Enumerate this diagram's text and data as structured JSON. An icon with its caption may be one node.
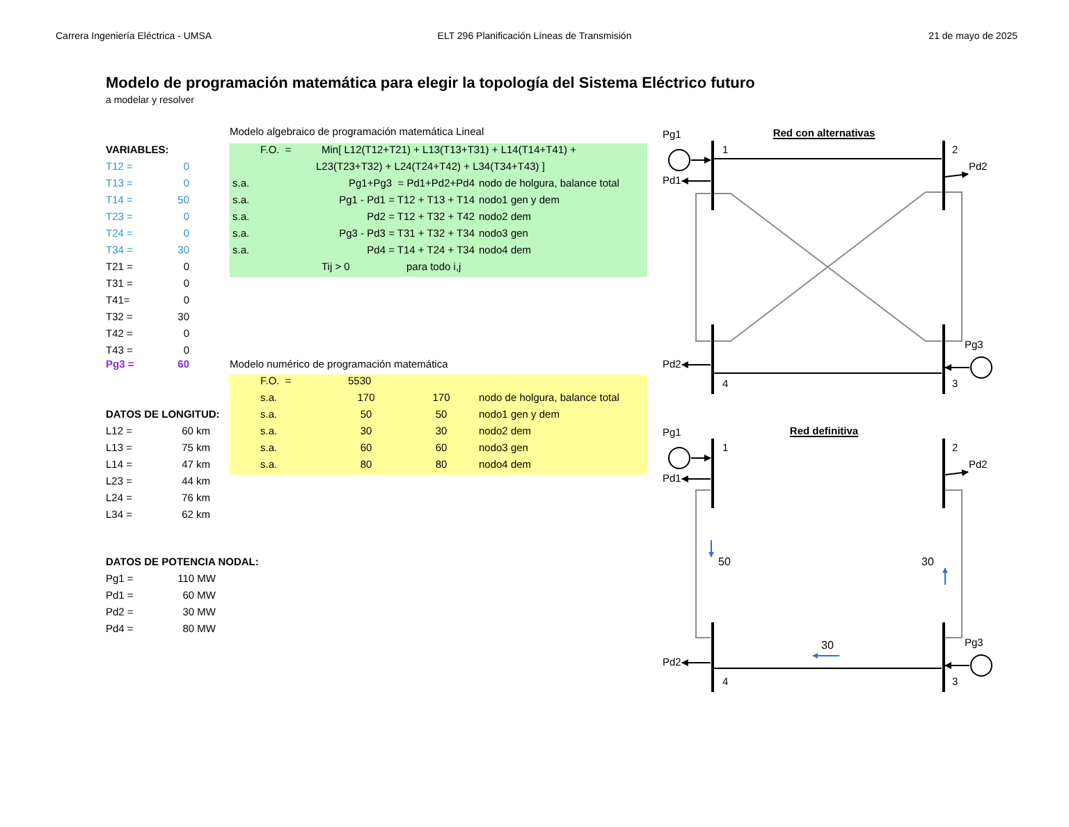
{
  "diagram": {
    "title": "Modelo de programación matemática para elegir la topología del Sistema Eléctrico futuro",
    "nodes": [
      {
        "text": [],
        "shape": "circle",
        "beside": [
          "Pg1"
        ]
      },
      {
        "text": [],
        "shape": "bar",
        "beside": [
          "1"
        ]
      },
      {
        "text": [
          "Pd1"
        ]
      },
      {
        "text": [],
        "shape": "bar",
        "beside": [
          "2"
        ]
      },
      {
        "text": [
          "Pd2"
        ]
      },
      {
        "text": [
          "Pd2"
        ]
      },
      {
        "text": [],
        "shape": "bar",
        "beside": [
          "4"
        ]
      },
      {
        "text": [],
        "shape": "bar",
        "beside": [
          "3"
        ]
      },
      {
        "text": [],
        "shape": "circle",
        "beside": [
          "Pg3"
        ]
      },
      {
        "text": [],
        "shape": "circle",
        "beside": [
          "Pg1"
        ]
      },
      {
        "text": [],
        "shape": "bar",
        "beside": [
          "1"
        ]
      },
      {
        "text": [
          "Pd1"
        ]
      },
      {
        "text": [],
        "shape": "bar",
        "beside": [
          "2"
        ]
      },
      {
        "text": [
          "Pd2"
        ]
      },
      {
        "text": [
          "Pd2"
        ]
      },
      {
        "text": [],
        "shape": "bar",
        "beside": [
          "4"
        ]
      },
      {
        "text": [],
        "shape": "bar",
        "beside": [
          "3"
        ]
      },
      {
        "text": [],
        "shape": "circle",
        "beside": [
          "Pg3"
        ]
      }
    ],
    "edges": [
      {
        "from": 0,
        "to": 1,
        "arrow": "to"
      },
      {
        "from": 1,
        "to": 2,
        "arrow": "to"
      },
      {
        "from": 3,
        "to": 4,
        "arrow": "to"
      },
      {
        "from": 6,
        "to": 5,
        "arrow": "to"
      },
      {
        "from": 8,
        "to": 7,
        "arrow": "to"
      },
      {
        "from": 1,
        "to": 3,
        "arrow": "none"
      },
      {
        "from": 1,
        "to": 6,
        "arrow": "none",
        "color": "#8c8c8c"
      },
      {
        "from": 1,
        "to": 7,
        "arrow": "none",
        "color": "#8c8c8c"
      },
      {
        "from": 3,
        "to": 6,
        "arrow": "none",
        "color": "#8c8c8c"
      },
      {
        "from": 3,
        "to": 7,
        "arrow": "none",
        "color": "#8c8c8c"
      },
      {
        "from": 6,
        "to": 7,
        "arrow": "none"
      },
      {
        "from": 9,
        "to": 10,
        "arrow": "to"
      },
      {
        "from": 10,
        "to": 11,
        "arrow": "to"
      },
      {
        "from": 12,
        "to": 13,
        "arrow": "to"
      },
      {
        "from": 15,
        "to": 14,
        "arrow": "to"
      },
      {
        "from": 17,
        "to": 16,
        "arrow": "to"
      },
      {
        "from": 10,
        "to": 15,
        "arrow": "none",
        "label": "50",
        "color": "#8c8c8c"
      },
      {
        "from": 12,
        "to": 16,
        "arrow": "none",
        "label": "30",
        "color": "#8c8c8c"
      },
      {
        "from": 16,
        "to": 15,
        "arrow": "none",
        "label": "30"
      }
    ],
    "labels": [
      "Carrera Ingeniería Eléctrica - UMSA",
      "ELT 296 Planificación Líneas de Transmisión",
      "21 de mayo de 2025",
      "a modelar y resolver",
      "Modelo algebraico de programación matemática Lineal",
      "Red con alternativas",
      "VARIABLES:",
      "F.O.  =",
      "Min[ L12(T12+T21) + L13(T13+T31) + L14(T14+T41) +",
      "T12 =",
      "0",
      "L23(T23+T32) + L24(T24+T42) + L34(T34+T43) ]",
      "T13 =",
      "0",
      "s.a.",
      "Pg1+Pg3  = Pd1+Pd2+Pd4",
      "nodo de holgura, balance total",
      "T14 =",
      "50",
      "s.a.",
      "Pg1 - Pd1 = T12 + T13 + T14",
      "nodo1 gen y dem",
      "T23 =",
      "0",
      "s.a.",
      "Pd2 = T12 + T32 + T42",
      "nodo2 dem",
      "T24 =",
      "0",
      "s.a.",
      "Pg3 - Pd3 = T31 + T32 + T34",
      "nodo3 gen",
      "T34 =",
      "30",
      "s.a.",
      "Pd4 = T14 + T24 + T34",
      "nodo4 dem",
      "T21 =",
      "0",
      "Tij > 0",
      "para todo i,j",
      "T31 =",
      "0",
      "T41=",
      "0",
      "T32 =",
      "30",
      "T42 =",
      "0",
      "T43 =",
      "0",
      "Pg3 =",
      "60",
      "Modelo numérico de programación matemática",
      "F.O.  =",
      "5530",
      "s.a.",
      "170",
      "170",
      "nodo de holgura, balance total",
      "DATOS DE LONGITUD:",
      "s.a.",
      "50",
      "50",
      "nodo1 gen y dem",
      "L12 =",
      "60 km",
      "s.a.",
      "30",
      "30",
      "nodo2 dem",
      "L13 =",
      "75 km",
      "s.a.",
      "60",
      "60",
      "nodo3 gen",
      "L14 =",
      "47 km",
      "s.a.",
      "80",
      "80",
      "nodo4 dem",
      "L23 =",
      "44 km",
      "L24 =",
      "76 km",
      "L34 =",
      "62 km",
      "DATOS DE POTENCIA NODAL:",
      "Pg1 =",
      "110 MW",
      "Pd1 =",
      "60 MW",
      "Pd2 =",
      "30 MW",
      "Pd4 =",
      "80 MW",
      "Red definitiva"
    ]
  }
}
